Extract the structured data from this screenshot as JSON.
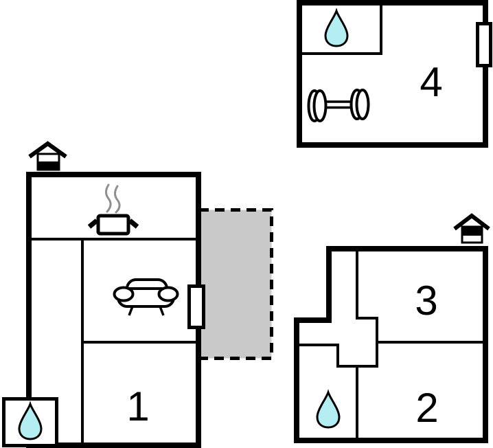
{
  "floorplan": {
    "colors": {
      "wall": "#000000",
      "terrace": "#c9c9c9",
      "water": "#b5eef2",
      "steam": "#8f8f8f",
      "background": "#ffffff"
    },
    "rooms": [
      {
        "id": "room-1",
        "number": "1",
        "building": "left"
      },
      {
        "id": "room-2",
        "number": "2",
        "building": "lower-right"
      },
      {
        "id": "room-3",
        "number": "3",
        "building": "lower-right"
      },
      {
        "id": "room-4",
        "number": "4",
        "building": "upper-right"
      }
    ],
    "icons": [
      {
        "name": "water-drop-icon",
        "meaning": "bathroom / water",
        "count": 3
      },
      {
        "name": "fireplace-icon",
        "meaning": "fireplace / chimney",
        "count": 2
      },
      {
        "name": "cooking-pot-icon",
        "meaning": "kitchen",
        "count": 1
      },
      {
        "name": "sofa-icon",
        "meaning": "living room",
        "count": 1
      },
      {
        "name": "dumbbell-icon",
        "meaning": "fitness",
        "count": 1
      },
      {
        "name": "window-marker",
        "meaning": "window",
        "count": 2
      },
      {
        "name": "terrace-area",
        "meaning": "terrace / patio",
        "count": 1
      }
    ]
  }
}
